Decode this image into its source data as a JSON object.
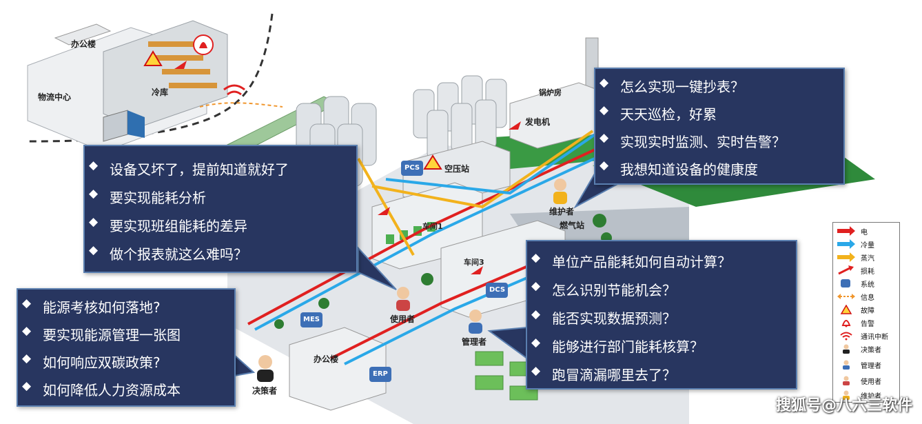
{
  "map_labels": {
    "logistics_center": "物流中心",
    "office_building": "办公楼",
    "cold_storage": "冷库",
    "boiler_room": "锅炉房",
    "generator": "发电机",
    "air_compressor": "空压站",
    "gas_station": "燃气站",
    "workshop1": "车间1",
    "workshop3": "车间3",
    "office_building_2": "办公楼"
  },
  "systems": {
    "pcs": "PCS",
    "dcs": "DCS",
    "mes": "MES",
    "erp": "ERP"
  },
  "roles": {
    "maintainer": "维护者",
    "user": "使用者",
    "manager": "管理者",
    "decision_maker": "决策者"
  },
  "bubbles": {
    "maintainer": [
      "怎么实现一键抄表？",
      "天天巡检，好累",
      "实现实时监测、实时告警？",
      "我想知道设备的健康度"
    ],
    "user": [
      "设备又坏了，提前知道就好了",
      "要实现能耗分析",
      "要实现班组能耗的差异",
      "做个报表就这么难吗？"
    ],
    "manager": [
      "单位产品能耗如何自动计算？",
      "怎么识别节能机会？",
      "能否实现数据预测？",
      "能够进行部门能耗核算？",
      "跑冒滴漏哪里去了？"
    ],
    "decision_maker": [
      "能源考核如何落地?",
      "要实现能源管理一张图",
      "如何响应双碳政策?",
      "如何降低人力资源成本"
    ]
  },
  "legend": [
    {
      "icon": "red-arrow-icon",
      "label": "电"
    },
    {
      "icon": "blue-arrow-icon",
      "label": "冷量"
    },
    {
      "icon": "yellow-arrow-icon",
      "label": "蒸汽"
    },
    {
      "icon": "loss-arrow-icon",
      "label": "损耗"
    },
    {
      "icon": "system-icon",
      "label": "系统"
    },
    {
      "icon": "info-arrow-icon",
      "label": "信息"
    },
    {
      "icon": "fault-icon",
      "label": "故障"
    },
    {
      "icon": "alarm-icon",
      "label": "告警"
    },
    {
      "icon": "signal-off-icon",
      "label": "通讯中断"
    },
    {
      "icon": "decision-maker-icon",
      "label": "决策者"
    },
    {
      "icon": "manager-icon",
      "label": "管理者"
    },
    {
      "icon": "user-icon",
      "label": "使用者"
    },
    {
      "icon": "maintainer-icon",
      "label": "维护者"
    }
  ],
  "colors": {
    "electric": "#e02020",
    "cooling": "#2aa8e8",
    "steam": "#f2b21c",
    "bubble_bg": "#283660"
  },
  "watermark": "搜狐号@八六三软件"
}
